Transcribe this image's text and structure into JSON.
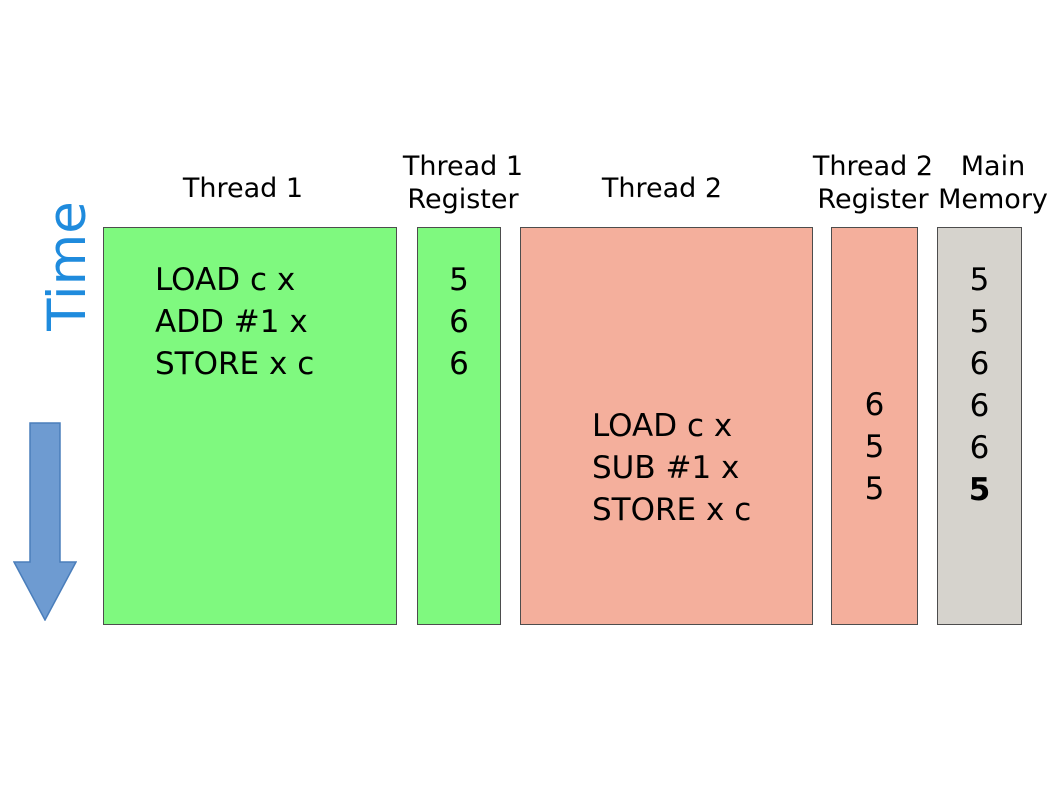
{
  "diagram": {
    "title_axis": "Time",
    "axis_color": "#1f8bdd",
    "arrow_color": "#6e9bd1",
    "colors": {
      "thread1": "#7ff97f",
      "thread2": "#f4af9c",
      "memory": "#d6d3cd",
      "border": "#4d4d4d"
    }
  },
  "columns": [
    {
      "key": "thread1",
      "header": "Thread 1",
      "instructions": "LOAD c x\nADD #1 x\nSTORE x c"
    },
    {
      "key": "thread1_register",
      "header": "Thread 1\nRegister",
      "values": [
        {
          "text": "5",
          "bold": false
        },
        {
          "text": "6",
          "bold": false
        },
        {
          "text": "6",
          "bold": false
        }
      ]
    },
    {
      "key": "thread2",
      "header": "Thread 2",
      "instructions": "LOAD c x\nSUB #1 x\nSTORE x c"
    },
    {
      "key": "thread2_register",
      "header": "Thread 2\nRegister",
      "values": [
        {
          "text": "6",
          "bold": false
        },
        {
          "text": "5",
          "bold": false
        },
        {
          "text": "5",
          "bold": false
        }
      ]
    },
    {
      "key": "main_memory",
      "header": "Main\nMemory",
      "values": [
        {
          "text": "5",
          "bold": false
        },
        {
          "text": "5",
          "bold": false
        },
        {
          "text": "6",
          "bold": false
        },
        {
          "text": "6",
          "bold": false
        },
        {
          "text": "6",
          "bold": false
        },
        {
          "text": "5",
          "bold": true
        }
      ]
    }
  ]
}
